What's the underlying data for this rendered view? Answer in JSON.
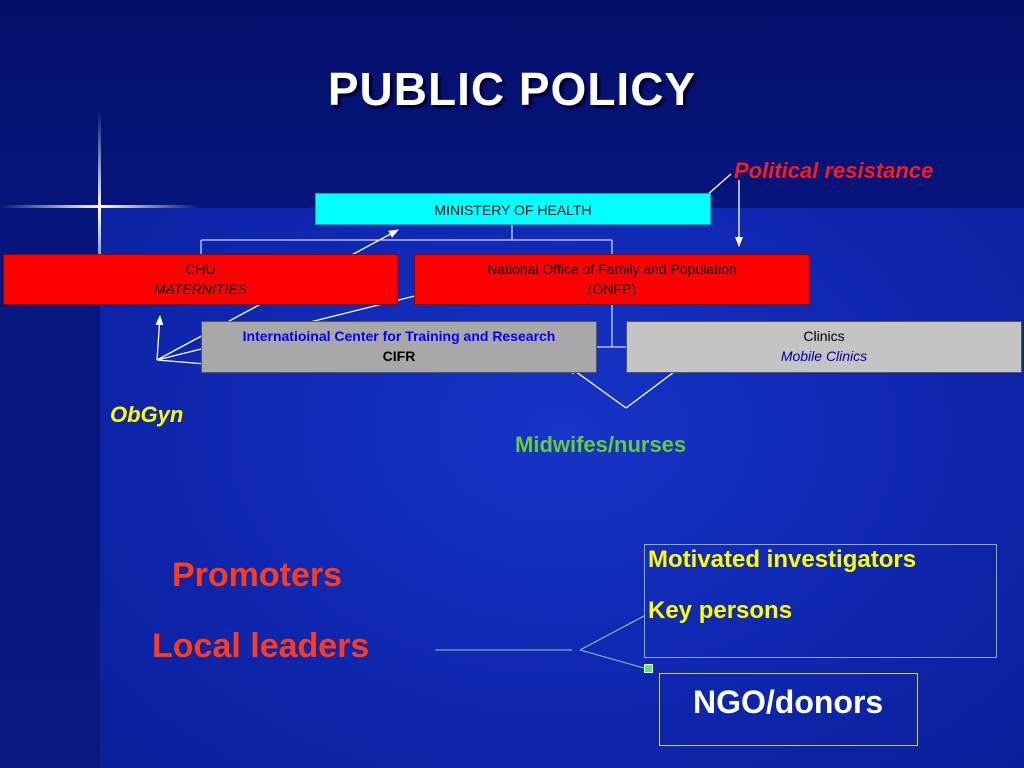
{
  "title": "PUBLIC  POLICY",
  "boxes": {
    "ministry": {
      "label": "MINISTERY OF HEALTH"
    },
    "chu": {
      "line1": "CHU",
      "line2": "MATERNITIES"
    },
    "onfp": {
      "line1": "National Office of Family and Population",
      "line2": "(ONFP)"
    },
    "cifr": {
      "line1": "Internatioinal Center for Training and Research",
      "line2": "CIFR"
    },
    "clinics": {
      "line1": "Clinics",
      "line2": "Mobile Clinics"
    }
  },
  "labels": {
    "political_resistance": "Political resistance",
    "obgyn": "ObGyn",
    "midwifes": "Midwifes/nurses",
    "promoters": "Promoters",
    "local_leaders": "Local leaders",
    "motivated_investigators": "Motivated investigators",
    "key_persons": "Key persons",
    "ngo_donors": "NGO/donors"
  },
  "colors": {
    "background": "#0f27b0",
    "ministry_box": "#00ffff",
    "red_box": "#ff0000",
    "grey_box": "#a8a8a8",
    "political_resistance": "#ff1a1a",
    "obgyn": "#ffff00",
    "midwifes": "#66cc33",
    "promoters": "#ff3b1a"
  }
}
